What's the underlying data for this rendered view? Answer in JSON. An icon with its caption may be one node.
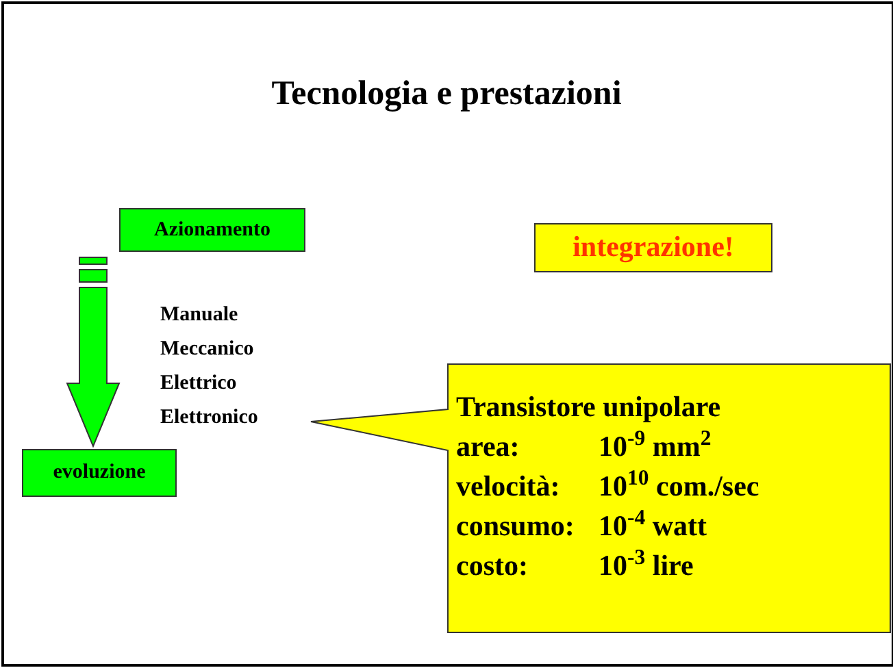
{
  "diagram": {
    "title": "Tecnologia e prestazioni",
    "nodes": [
      {
        "text": [
          "Azionamento"
        ]
      },
      {
        "text": [
          "evoluzione"
        ]
      },
      {
        "text": [
          "integrazione!"
        ]
      },
      {
        "text": [
          "Transistore unipolare",
          "area:",
          "10$^{-9}$ mm$^{2}$",
          "velocità:",
          "10$^{10}$ com./sec",
          "consumo:",
          "10$^{-4}$ watt",
          "costo:",
          "10$^{-3}$ lire"
        ]
      }
    ],
    "edges": [
      {
        "from": 0,
        "to": 1,
        "arrow": "to",
        "style": "thick"
      }
    ],
    "labels": [
      "Manuale",
      "Meccanico",
      "Elettrico",
      "Elettronico"
    ]
  }
}
